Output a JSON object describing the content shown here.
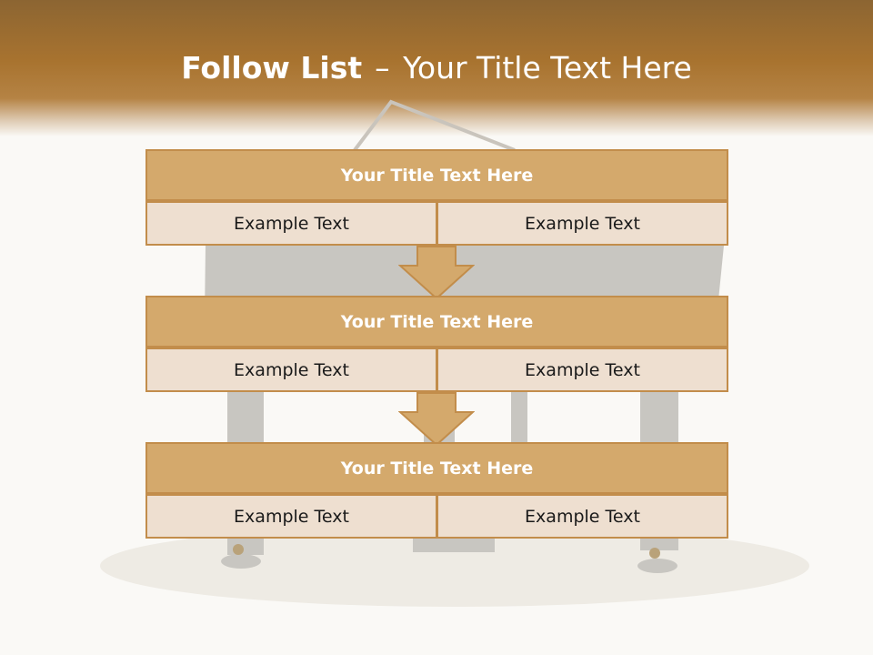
{
  "slide": {
    "title_bold": "Follow List",
    "title_dash": "–",
    "title_rest": "Your Title Text Here"
  },
  "blocks": [
    {
      "title": "Your Title Text Here",
      "left": "Example Text",
      "right": "Example Text"
    },
    {
      "title": "Your Title Text Here",
      "left": "Example Text",
      "right": "Example Text"
    },
    {
      "title": "Your Title Text Here",
      "left": "Example Text",
      "right": "Example Text"
    }
  ],
  "colors": {
    "banner": "#a8732f",
    "header_fill": "#d4a96c",
    "cell_fill": "#eedfd0",
    "border": "#c28d4b"
  },
  "icons": [
    "down-arrow-icon",
    "piano-illustration"
  ]
}
